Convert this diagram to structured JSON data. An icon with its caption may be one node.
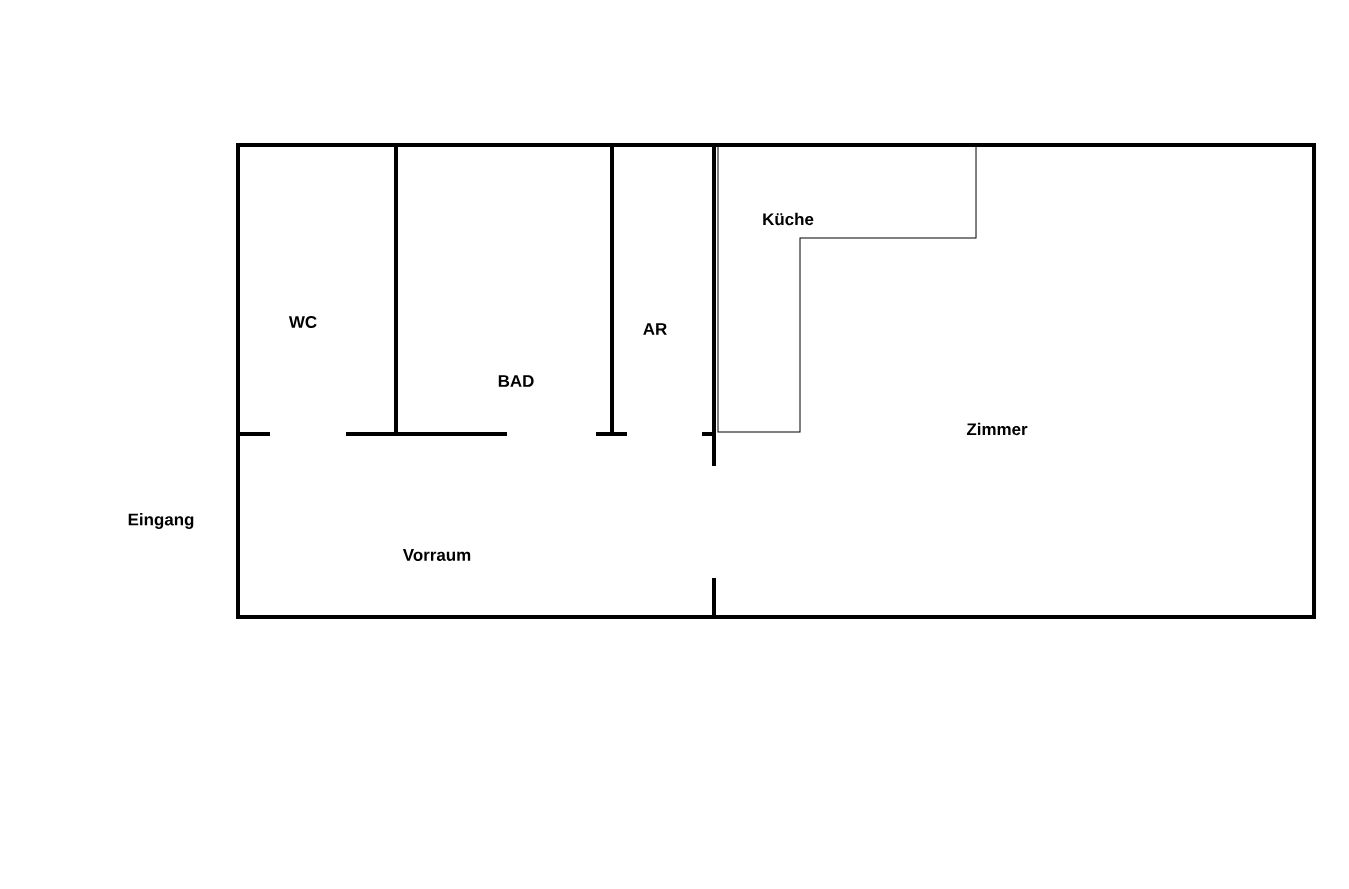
{
  "diagram": {
    "labels": [
      "Küche",
      "WC",
      "AR",
      "BAD",
      "Zimmer",
      "Eingang",
      "Vorraum"
    ]
  }
}
